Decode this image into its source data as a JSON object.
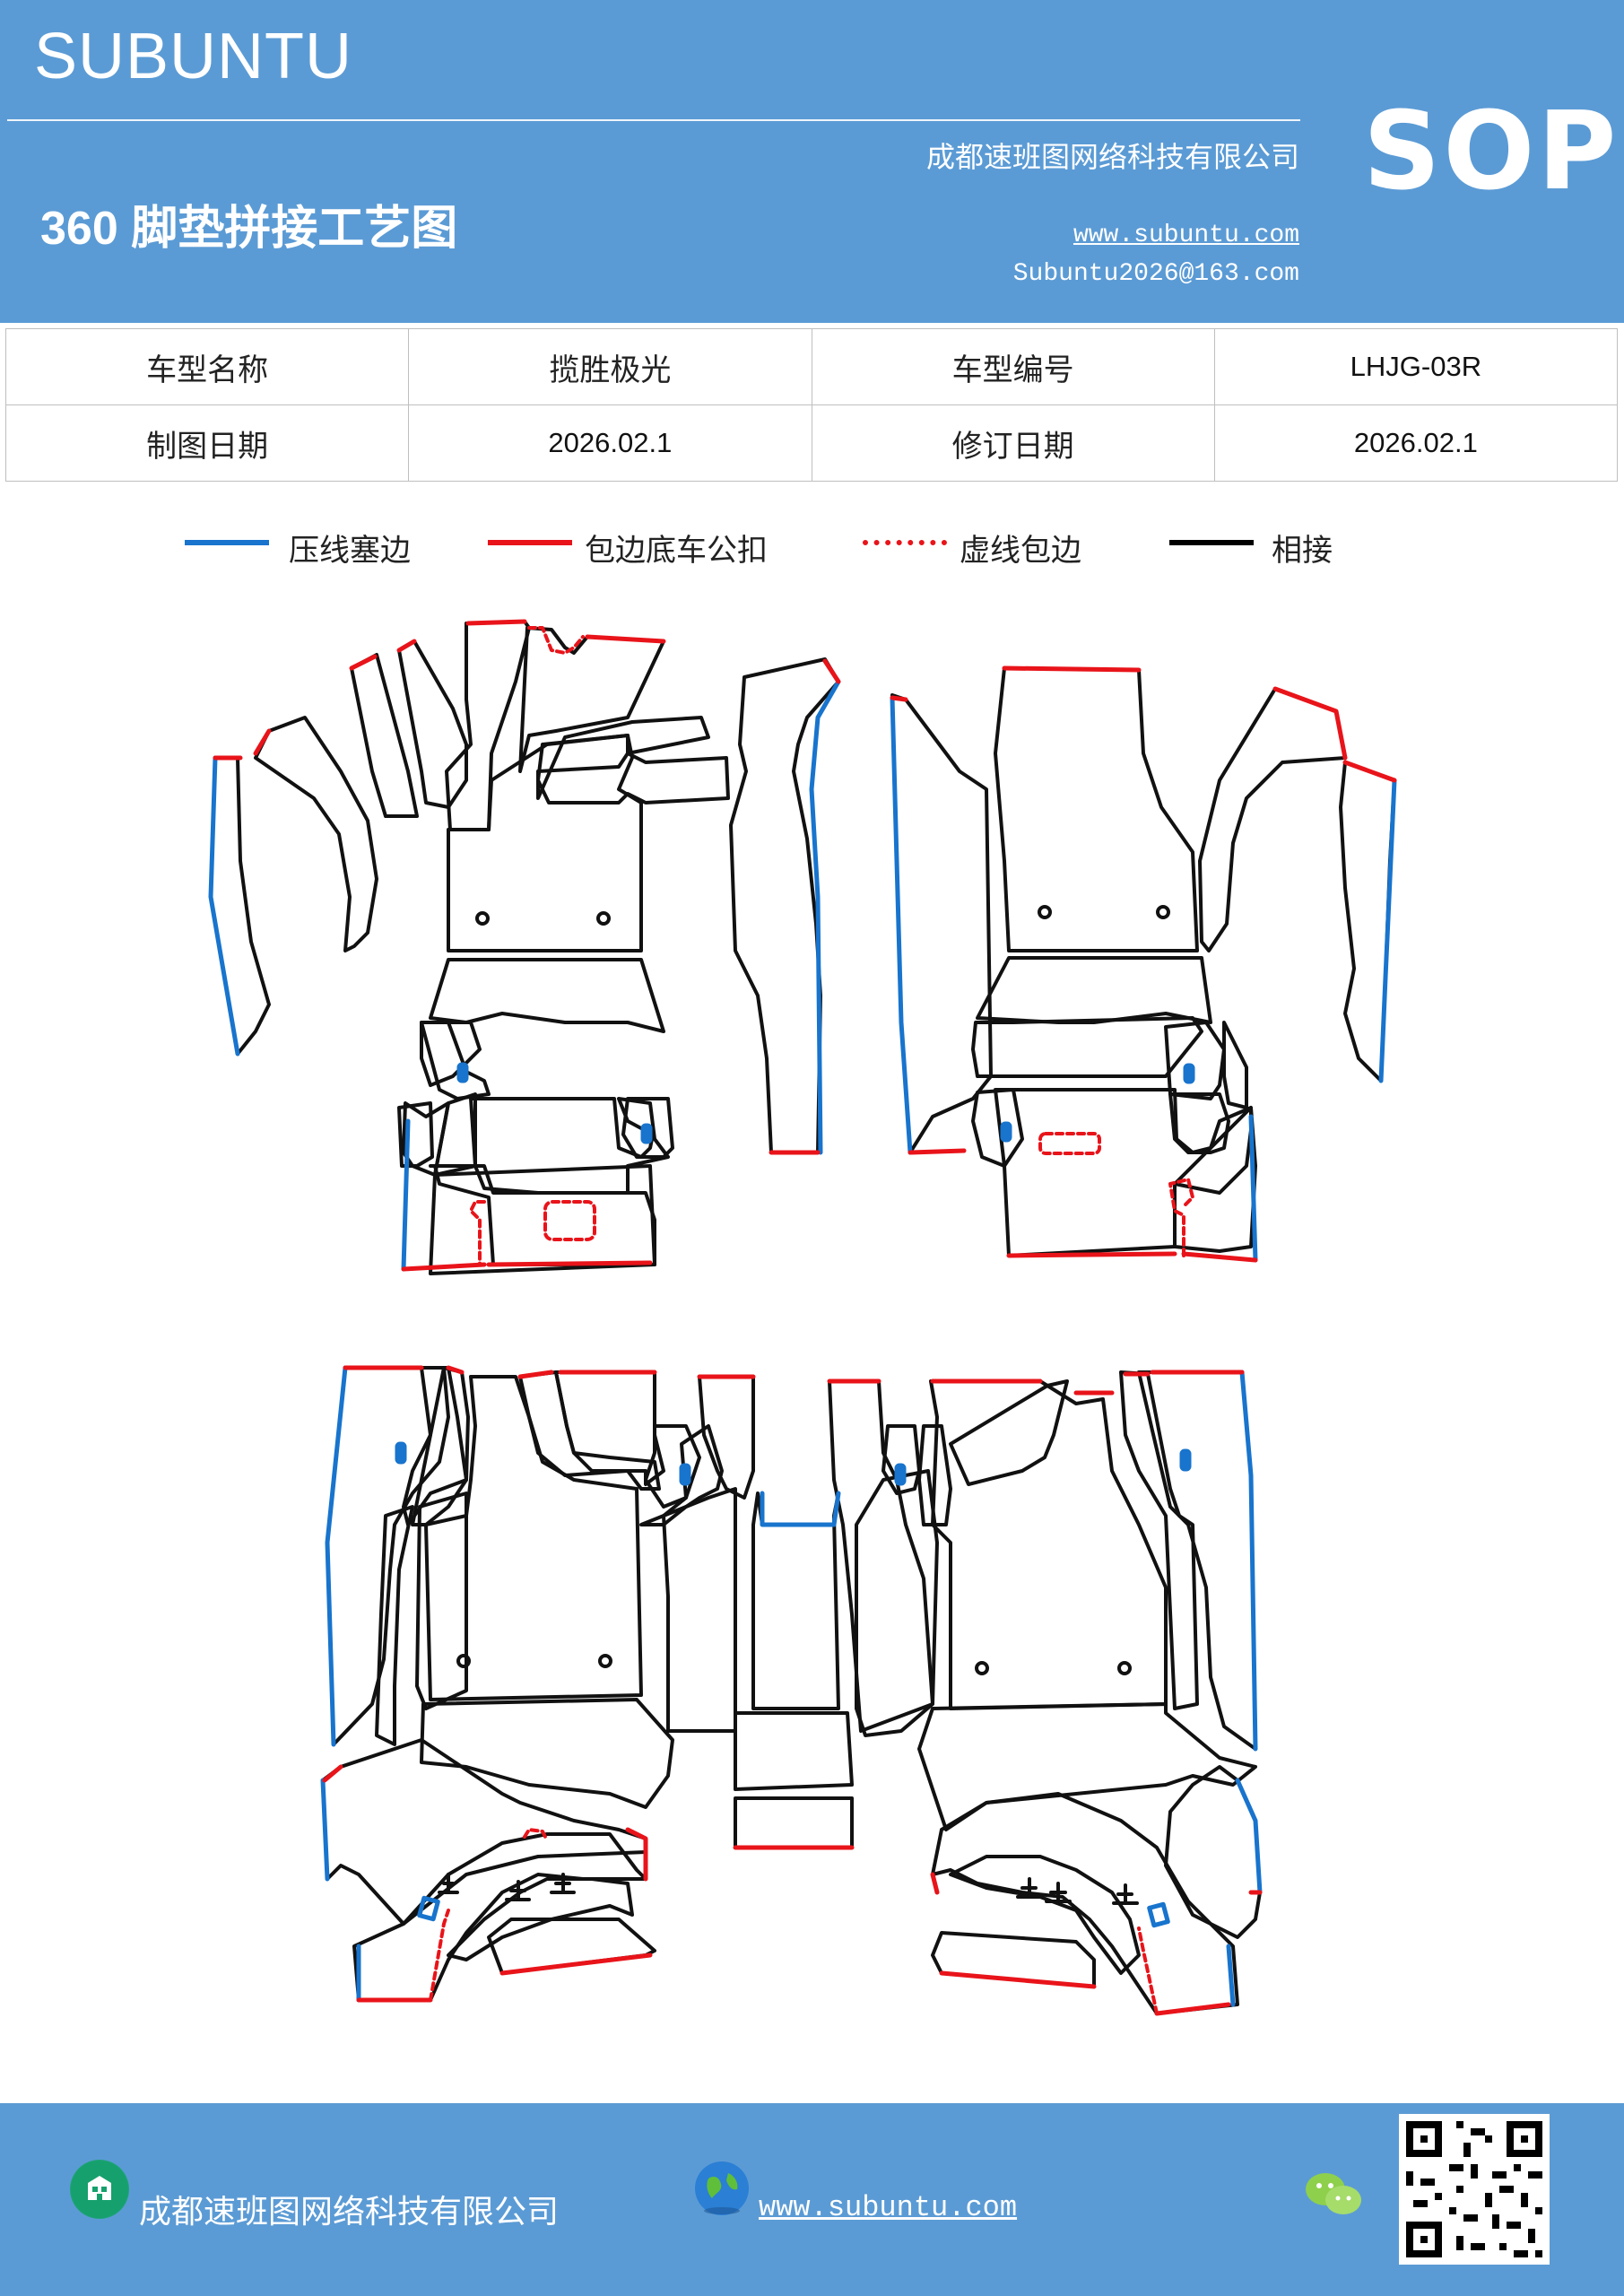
{
  "header": {
    "brand": "SUBUNTU",
    "company": "成都速班图网络科技有限公司",
    "title": "360 脚垫拼接工艺图",
    "website": "www.subuntu.com",
    "email": "Subuntu2026@163.com",
    "badge": "SOP"
  },
  "info": {
    "model_name_label": "车型名称",
    "model_name": "揽胜极光",
    "model_code_label": "车型编号",
    "model_code": "LHJG-03R",
    "draw_date_label": "制图日期",
    "draw_date": "2026.02.1",
    "revise_date_label": "修订日期",
    "revise_date": "2026.02.1"
  },
  "legend": [
    {
      "label": "压线塞边",
      "color": "#1874cd",
      "style": "solid"
    },
    {
      "label": "包边底车公扣",
      "color": "#e8141a",
      "style": "solid"
    },
    {
      "label": "虚线包边",
      "color": "#e8141a",
      "style": "dashed"
    },
    {
      "label": "相接",
      "color": "#000000",
      "style": "solid"
    }
  ],
  "colors": {
    "header_bg": "#5b9bd5",
    "pressed_edge": "#1874cd",
    "wrap_edge": "#e8141a",
    "joint": "#111111"
  },
  "footer": {
    "company": "成都速班图网络科技有限公司",
    "website": "www.subuntu.com",
    "icons": [
      "building-icon",
      "globe-icon",
      "wechat-icon",
      "qr-code"
    ]
  }
}
